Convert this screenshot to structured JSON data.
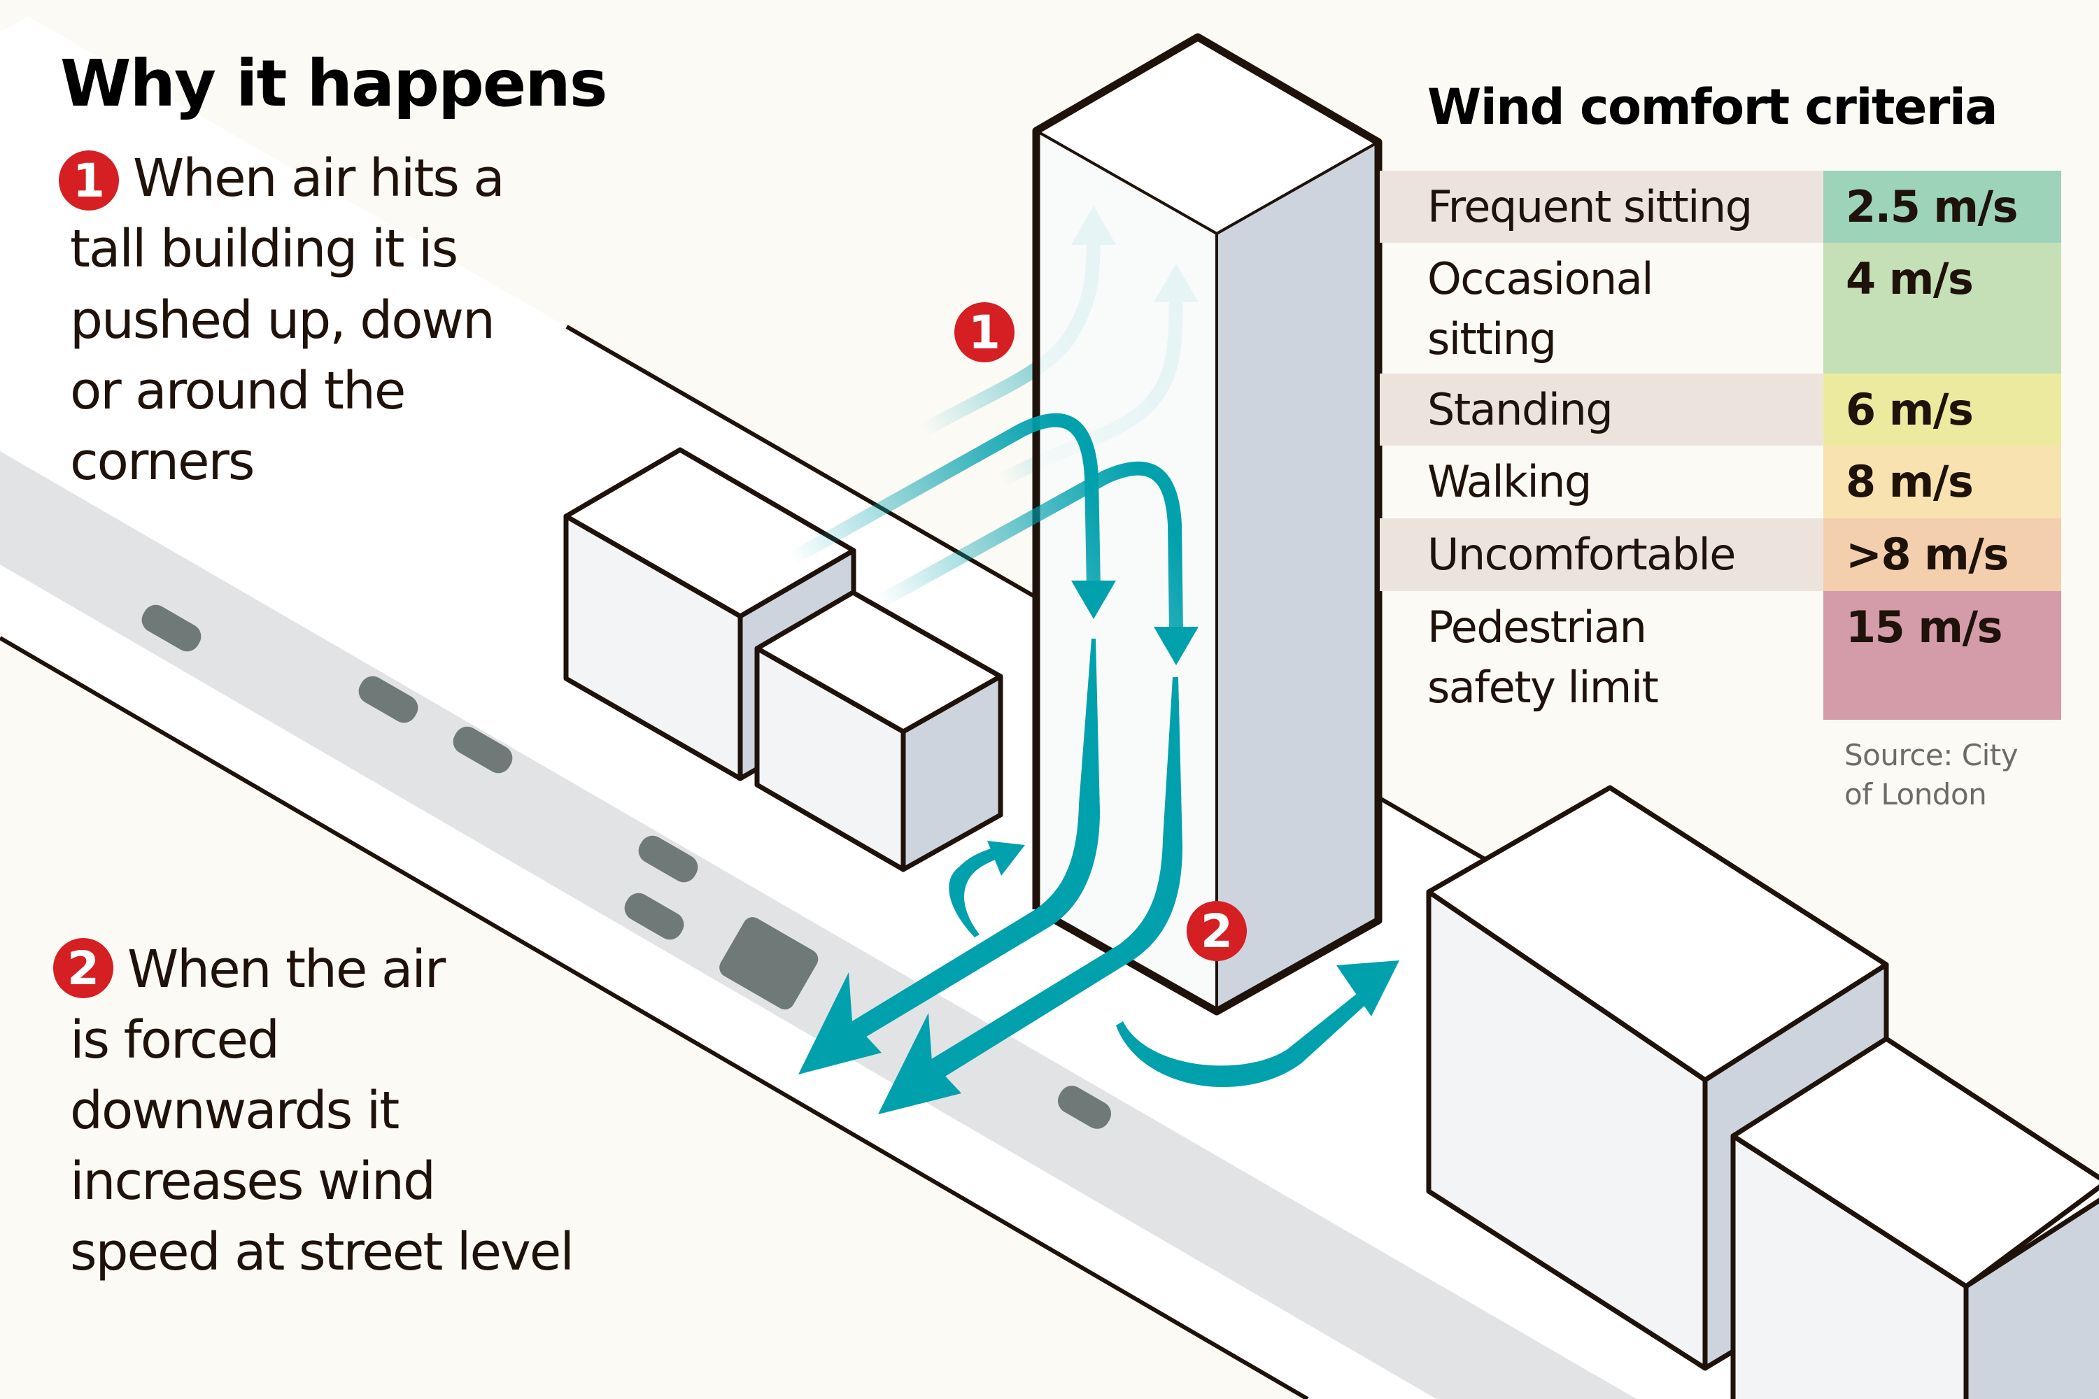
{
  "left_panel": {
    "title": "Why it happens",
    "point1": {
      "badge": "1",
      "lines": [
        "When air hits a",
        "tall building it is",
        "pushed up, down",
        "or around the",
        "corners"
      ]
    },
    "point2": {
      "badge": "2",
      "lines": [
        "When the air",
        "is forced",
        "downwards it",
        "increases wind",
        "speed at street level"
      ]
    }
  },
  "diagram": {
    "badges": [
      "1",
      "2"
    ],
    "icons": [
      "tower-building",
      "low-building",
      "car",
      "van",
      "wind-up-arrow",
      "wind-down-arrow",
      "wind-street-arrow",
      "wind-corner-arrow",
      "wind-eddy-arrow"
    ],
    "colors": {
      "wind_dark": "#00a0ad",
      "wind_light": "#6cc5cc",
      "badge_red": "#d51f22",
      "road": "#e2e3e5",
      "vehicle": "#6f7978",
      "building_side": "#cdd4de",
      "building_front": "#f2f4f6",
      "background": "#fbfaf5"
    }
  },
  "criteria": {
    "title": "Wind comfort criteria",
    "rows": [
      {
        "label": "Frequent sitting",
        "value": "2.5 m/s",
        "color": "#9dd3b9"
      },
      {
        "label": "Occasional sitting",
        "label_lines": [
          "Occasional",
          "sitting"
        ],
        "value": "4 m/s",
        "color": "#c5dfb6"
      },
      {
        "label": "Standing",
        "value": "6 m/s",
        "color": "#ecea9e"
      },
      {
        "label": "Walking",
        "value": "8 m/s",
        "color": "#f8e3b0"
      },
      {
        "label": "Uncomfortable",
        "value": ">8 m/s",
        "color": "#f4cfae"
      },
      {
        "label": "Pedestrian safety limit",
        "label_lines": [
          "Pedestrian",
          "safety limit"
        ],
        "value": "15 m/s",
        "color": "#d49ba9"
      }
    ],
    "source_lines": [
      "Source: City",
      "of London"
    ]
  }
}
